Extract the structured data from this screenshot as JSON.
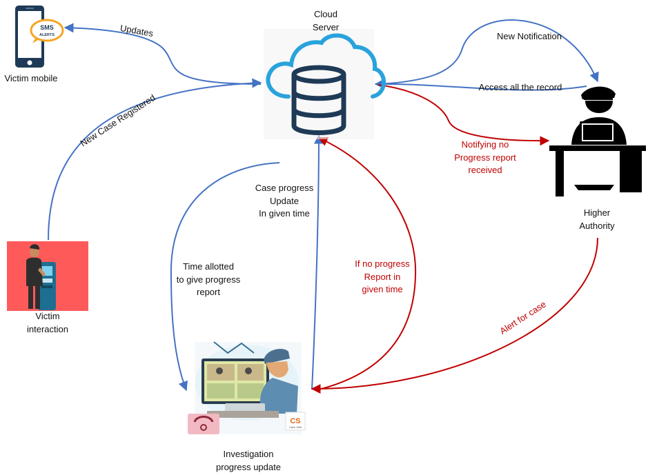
{
  "nodes": {
    "cloud_server": "Cloud\nServer",
    "victim_mobile": "Victim mobile",
    "sms_badge_line1": "SMS",
    "sms_badge_line2": "ALERTS",
    "higher_authority": "Higher\nAuthority",
    "victim_interaction": "Victim\ninteraction",
    "investigation": "Investigation\nprogress update",
    "logo_text": "CS",
    "logo_subtext": "Cyber Swift"
  },
  "edges": {
    "updates": "Updates",
    "new_case_registered": "New Case Registered",
    "new_notification": "New Notification",
    "access_all_record": "Access all the record",
    "notifying_no_progress": "Notifying no\nProgress report\nreceived",
    "case_progress_update": "Case progress\nUpdate\nIn given time",
    "time_allotted": "Time allotted\nto give progress\nreport",
    "if_no_progress": "If no progress\nReport in\ngiven time",
    "alert_for_case": "Alert for case"
  },
  "colors": {
    "blue_arrow": "#4472c4",
    "red_arrow": "#c00000",
    "cloud_blue": "#29a3dc",
    "database_navy": "#1f3a57",
    "kiosk_background": "#ff5a5a",
    "sms_orange": "#f5a623",
    "text": "#111111"
  },
  "icons": {
    "cloud": "cloud-database-icon",
    "mobile": "smartphone-sms-icon",
    "authority": "police-officer-laptop-icon",
    "victim": "person-at-kiosk-icon",
    "investigator": "officer-at-computer-icon"
  }
}
